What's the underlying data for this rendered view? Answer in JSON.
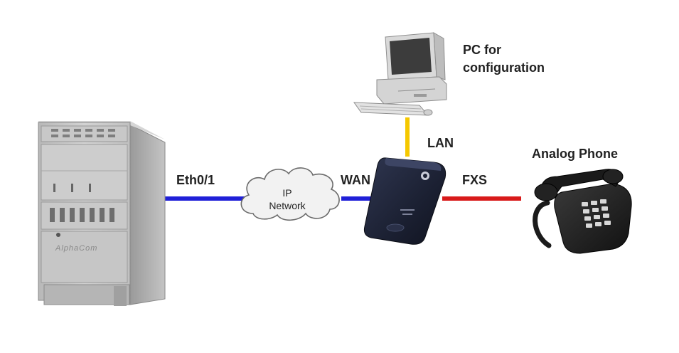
{
  "labels": {
    "pc": [
      "PC for",
      "configuration"
    ],
    "lan": "LAN",
    "eth": "Eth0/1",
    "wan": "WAN",
    "fxs": "FXS",
    "analog_phone": "Analog Phone",
    "ip_network": [
      "IP",
      "Network"
    ]
  },
  "server_brand": "AlphaCom",
  "colors": {
    "eth_link": "#2020d8",
    "lan_link": "#f5c800",
    "fxs_link": "#d81a1a",
    "background": "#ffffff"
  },
  "icons": {
    "server": "server-cabinet-icon",
    "cloud": "cloud-icon",
    "gateway": "voip-gateway-icon",
    "pc": "desktop-pc-icon",
    "phone": "analog-telephone-icon"
  }
}
